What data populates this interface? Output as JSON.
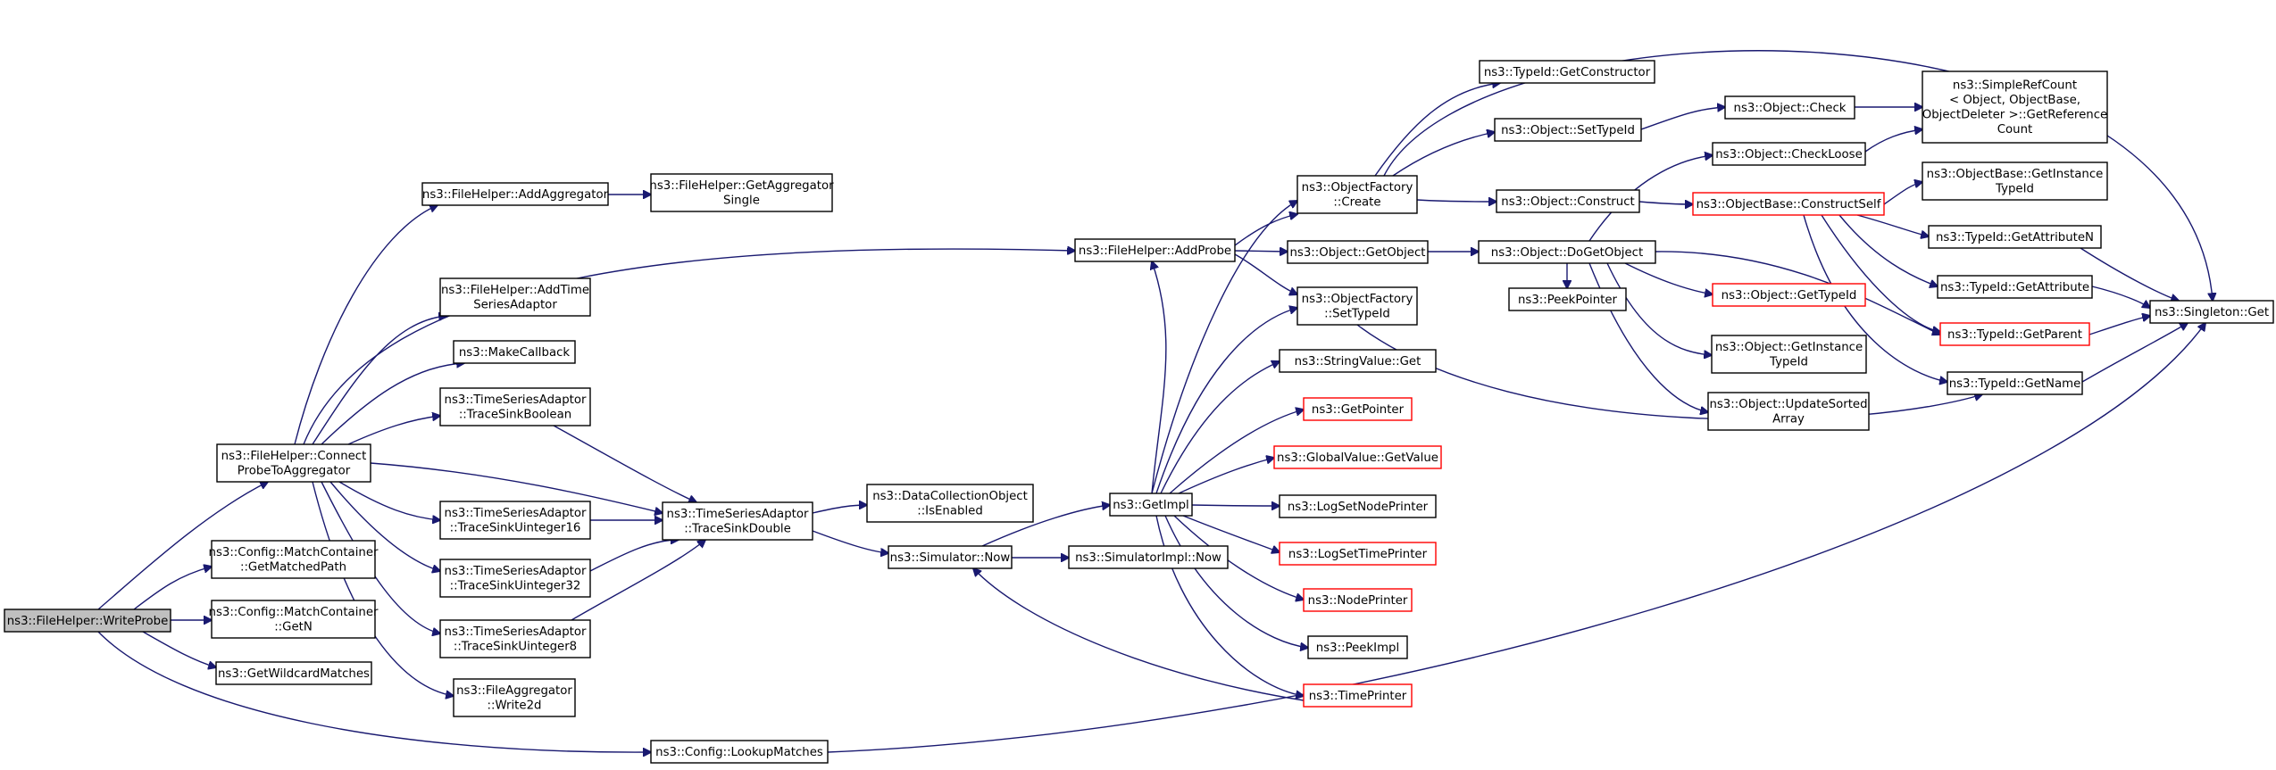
{
  "graph": {
    "nodes": [
      {
        "id": "writeprobe",
        "lines": [
          "ns3::FileHelper::WriteProbe"
        ],
        "style": "root"
      },
      {
        "id": "connect",
        "lines": [
          "ns3::FileHelper::Connect",
          "ProbeToAggregator"
        ],
        "style": "normal"
      },
      {
        "id": "getmatchedpath",
        "lines": [
          "ns3::Config::MatchContainer",
          "::GetMatchedPath"
        ],
        "style": "normal"
      },
      {
        "id": "getn",
        "lines": [
          "ns3::Config::MatchContainer",
          "::GetN"
        ],
        "style": "normal"
      },
      {
        "id": "getwildcard",
        "lines": [
          "ns3::GetWildcardMatches"
        ],
        "style": "normal"
      },
      {
        "id": "lookupmatches",
        "lines": [
          "ns3::Config::LookupMatches"
        ],
        "style": "normal"
      },
      {
        "id": "addaggregator",
        "lines": [
          "ns3::FileHelper::AddAggregator"
        ],
        "style": "normal"
      },
      {
        "id": "getaggsingle",
        "lines": [
          "ns3::FileHelper::GetAggregator",
          "Single"
        ],
        "style": "normal"
      },
      {
        "id": "addtimeseries",
        "lines": [
          "ns3::FileHelper::AddTime",
          "SeriesAdaptor"
        ],
        "style": "normal"
      },
      {
        "id": "makecallback",
        "lines": [
          "ns3::MakeCallback"
        ],
        "style": "normal"
      },
      {
        "id": "tsboolean",
        "lines": [
          "ns3::TimeSeriesAdaptor",
          "::TraceSinkBoolean"
        ],
        "style": "normal"
      },
      {
        "id": "tsu16",
        "lines": [
          "ns3::TimeSeriesAdaptor",
          "::TraceSinkUinteger16"
        ],
        "style": "normal"
      },
      {
        "id": "tsu32",
        "lines": [
          "ns3::TimeSeriesAdaptor",
          "::TraceSinkUinteger32"
        ],
        "style": "normal"
      },
      {
        "id": "tsu8",
        "lines": [
          "ns3::TimeSeriesAdaptor",
          "::TraceSinkUinteger8"
        ],
        "style": "normal"
      },
      {
        "id": "write2d",
        "lines": [
          "ns3::FileAggregator",
          "::Write2d"
        ],
        "style": "normal"
      },
      {
        "id": "tsdouble",
        "lines": [
          "ns3::TimeSeriesAdaptor",
          "::TraceSinkDouble"
        ],
        "style": "normal"
      },
      {
        "id": "isenabled",
        "lines": [
          "ns3::DataCollectionObject",
          "::IsEnabled"
        ],
        "style": "normal"
      },
      {
        "id": "simnow",
        "lines": [
          "ns3::Simulator::Now"
        ],
        "style": "normal"
      },
      {
        "id": "simimplnow",
        "lines": [
          "ns3::SimulatorImpl::Now"
        ],
        "style": "normal"
      },
      {
        "id": "getimpl",
        "lines": [
          "ns3::GetImpl"
        ],
        "style": "normal"
      },
      {
        "id": "addprobe",
        "lines": [
          "ns3::FileHelper::AddProbe"
        ],
        "style": "normal"
      },
      {
        "id": "ofcreate",
        "lines": [
          "ns3::ObjectFactory",
          "::Create"
        ],
        "style": "normal"
      },
      {
        "id": "objgetobject",
        "lines": [
          "ns3::Object::GetObject"
        ],
        "style": "normal"
      },
      {
        "id": "ofsettypeid",
        "lines": [
          "ns3::ObjectFactory",
          "::SetTypeId"
        ],
        "style": "normal"
      },
      {
        "id": "stringvalueget",
        "lines": [
          "ns3::StringValue::Get"
        ],
        "style": "normal"
      },
      {
        "id": "getpointer",
        "lines": [
          "ns3::GetPointer"
        ],
        "style": "red"
      },
      {
        "id": "globalvalueget",
        "lines": [
          "ns3::GlobalValue::GetValue"
        ],
        "style": "red"
      },
      {
        "id": "logsetnode",
        "lines": [
          "ns3::LogSetNodePrinter"
        ],
        "style": "normal"
      },
      {
        "id": "logsettime",
        "lines": [
          "ns3::LogSetTimePrinter"
        ],
        "style": "red"
      },
      {
        "id": "nodeprinter",
        "lines": [
          "ns3::NodePrinter"
        ],
        "style": "red"
      },
      {
        "id": "peekimpl",
        "lines": [
          "ns3::PeekImpl"
        ],
        "style": "normal"
      },
      {
        "id": "timeprinter",
        "lines": [
          "ns3::TimePrinter"
        ],
        "style": "red"
      },
      {
        "id": "typeidgetconstructor",
        "lines": [
          "ns3::TypeId::GetConstructor"
        ],
        "style": "normal"
      },
      {
        "id": "objsettypeid",
        "lines": [
          "ns3::Object::SetTypeId"
        ],
        "style": "normal"
      },
      {
        "id": "objconstruct",
        "lines": [
          "ns3::Object::Construct"
        ],
        "style": "normal"
      },
      {
        "id": "objdogetobject",
        "lines": [
          "ns3::Object::DoGetObject"
        ],
        "style": "normal"
      },
      {
        "id": "peekpointer",
        "lines": [
          "ns3::PeekPointer"
        ],
        "style": "normal"
      },
      {
        "id": "objcheck",
        "lines": [
          "ns3::Object::Check"
        ],
        "style": "normal"
      },
      {
        "id": "objcheckloose",
        "lines": [
          "ns3::Object::CheckLoose"
        ],
        "style": "normal"
      },
      {
        "id": "obconstructself",
        "lines": [
          "ns3::ObjectBase::ConstructSelf"
        ],
        "style": "red"
      },
      {
        "id": "objgettypeid",
        "lines": [
          "ns3::Object::GetTypeId"
        ],
        "style": "red"
      },
      {
        "id": "objgetinstance",
        "lines": [
          "ns3::Object::GetInstance",
          "TypeId"
        ],
        "style": "normal"
      },
      {
        "id": "objupdatesorted",
        "lines": [
          "ns3::Object::UpdateSorted",
          "Array"
        ],
        "style": "normal"
      },
      {
        "id": "simplerefcount",
        "lines": [
          "ns3::SimpleRefCount",
          "< Object, ObjectBase,",
          "ObjectDeleter >::GetReference",
          "Count"
        ],
        "style": "normal"
      },
      {
        "id": "obgetinstance",
        "lines": [
          "ns3::ObjectBase::GetInstance",
          "TypeId"
        ],
        "style": "normal"
      },
      {
        "id": "typeidgetattrn",
        "lines": [
          "ns3::TypeId::GetAttributeN"
        ],
        "style": "normal"
      },
      {
        "id": "typeidgetattr",
        "lines": [
          "ns3::TypeId::GetAttribute"
        ],
        "style": "normal"
      },
      {
        "id": "typeidgetparent",
        "lines": [
          "ns3::TypeId::GetParent"
        ],
        "style": "red"
      },
      {
        "id": "typeidgetname",
        "lines": [
          "ns3::TypeId::GetName"
        ],
        "style": "normal"
      },
      {
        "id": "singletonget",
        "lines": [
          "ns3::Singleton::Get"
        ],
        "style": "normal"
      }
    ]
  }
}
